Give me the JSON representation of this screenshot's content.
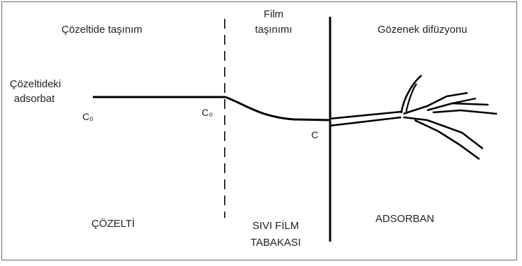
{
  "regions": {
    "solution_transport": "Çözeltide taşınım",
    "film_transport_line1": "Film",
    "film_transport_line2": "taşınımı",
    "pore_diffusion": "Gözenek difüzyonu"
  },
  "solution_adsorbate": {
    "line1": "Çözeltideki",
    "line2": "adsorbat"
  },
  "concentrations": {
    "c0_left": "C₀",
    "c0_right": "C₀",
    "c": "C"
  },
  "phases": {
    "solution": "ÇÖZELTİ",
    "liquid_film_line1": "SIVI FİLM",
    "liquid_film_line2": "TABAKASI",
    "adsorbent": "ADSORBAN"
  },
  "colors": {
    "line": "#000000",
    "text": "#222222",
    "border": "#6a6a6a"
  }
}
